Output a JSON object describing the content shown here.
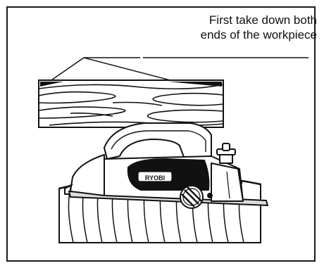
{
  "caption": {
    "line1": "First take down both",
    "line2": "ends of the workpiece"
  },
  "brand_logo": "RYOBI",
  "colors": {
    "ink": "#111111",
    "paper": "#ffffff",
    "frame": "#1a1a1a"
  }
}
